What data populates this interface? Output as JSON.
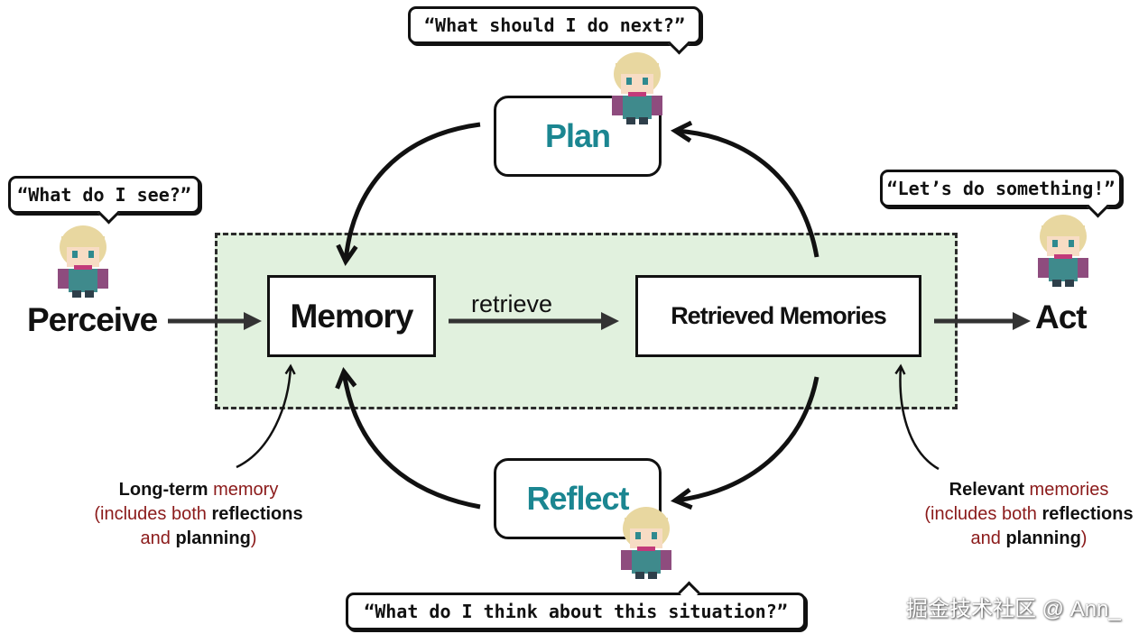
{
  "nodes": {
    "memory": "Memory",
    "retrieved": "Retrieved Memories",
    "plan": "Plan",
    "reflect": "Reflect",
    "perceive": "Perceive",
    "act": "Act",
    "retrieve": "retrieve"
  },
  "speech": {
    "see": "“What do I see?”",
    "next": "“What should I do next?”",
    "act": "“Let’s do something!”",
    "think": "“What do I think about this situation?”"
  },
  "notes": {
    "left": {
      "term": "Long-term",
      "mid1": " memory",
      "line2_pre": "(includes both ",
      "reflections": "reflections",
      "line3_pre": "and ",
      "planning": "planning",
      "close": ")"
    },
    "right": {
      "term": "Relevant",
      "mid1": " memories",
      "line2_pre": "(includes both ",
      "reflections": "reflections",
      "line3_pre": "and ",
      "planning": "planning",
      "close": ")"
    }
  },
  "watermark": "掘金技术社区 @ Ann_",
  "colors": {
    "teal": "#1b8691",
    "dark_red": "#8b1a1a",
    "zone_fill": "#e1f1de",
    "hair": "#e8d7a0",
    "skin": "#f7dcc4",
    "cape": "#8e4c7e",
    "tunic": "#3f8a8c"
  },
  "icons": [
    "agent-sprite-icon"
  ]
}
